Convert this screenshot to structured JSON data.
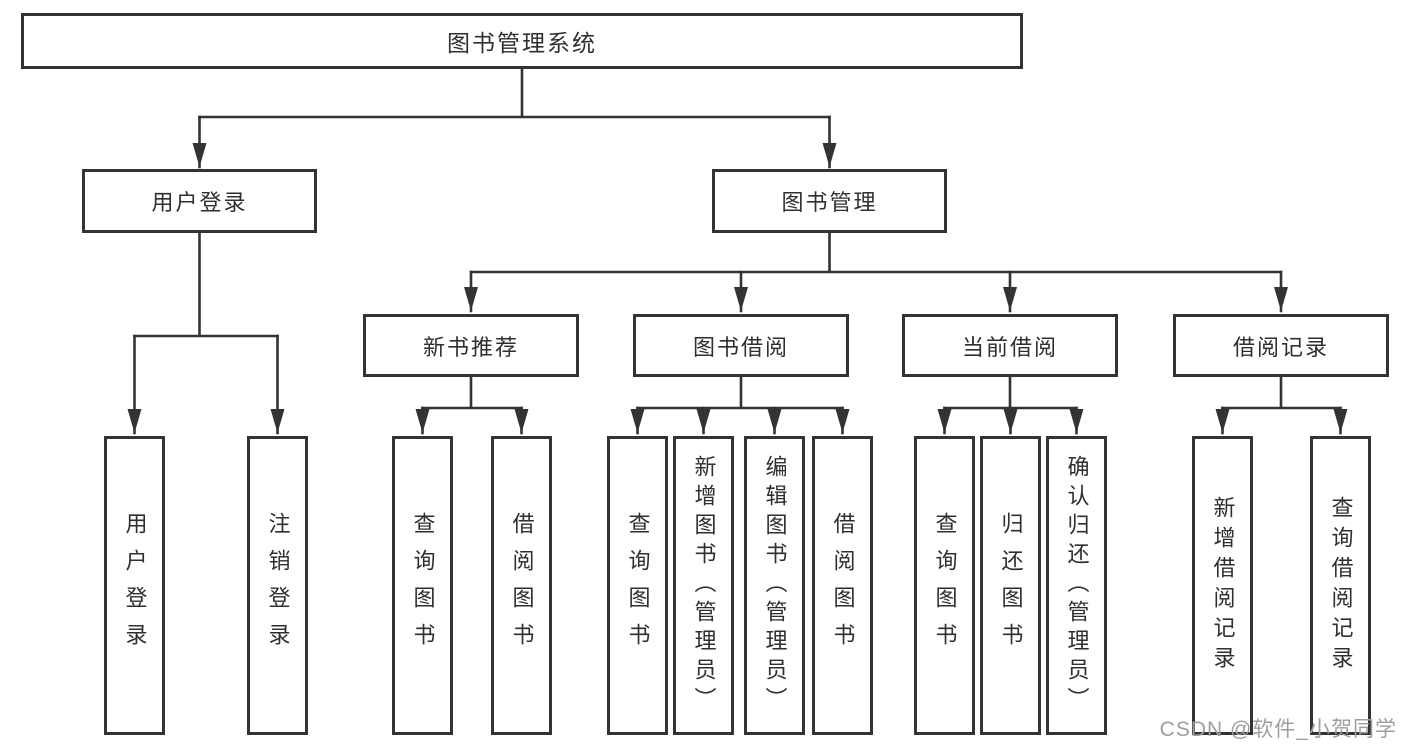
{
  "diagram": {
    "root": {
      "label": "图书管理系统"
    },
    "level2": {
      "user_login": {
        "label": "用户登录"
      },
      "book_mgmt": {
        "label": "图书管理"
      }
    },
    "level3": {
      "new_books": {
        "label": "新书推荐"
      },
      "borrowing": {
        "label": "图书借阅"
      },
      "current": {
        "label": "当前借阅"
      },
      "records": {
        "label": "借阅记录"
      }
    },
    "leaves": {
      "user_login": [
        "用户登录",
        "注销登录"
      ],
      "new_books": [
        "查询图书",
        "借阅图书"
      ],
      "borrowing": [
        "查询图书",
        "新增图书（管理员）",
        "编辑图书（管理员）",
        "借阅图书"
      ],
      "current": [
        "查询图书",
        "归还图书",
        "确认归还（管理员）"
      ],
      "records": [
        "新增借阅记录",
        "查询借阅记录"
      ]
    }
  },
  "watermark": "CSDN @软件_小贺同学",
  "colors": {
    "line": "#333333",
    "text": "#2f2f2f",
    "watermark": "#9e9e9e",
    "background": "#ffffff"
  }
}
